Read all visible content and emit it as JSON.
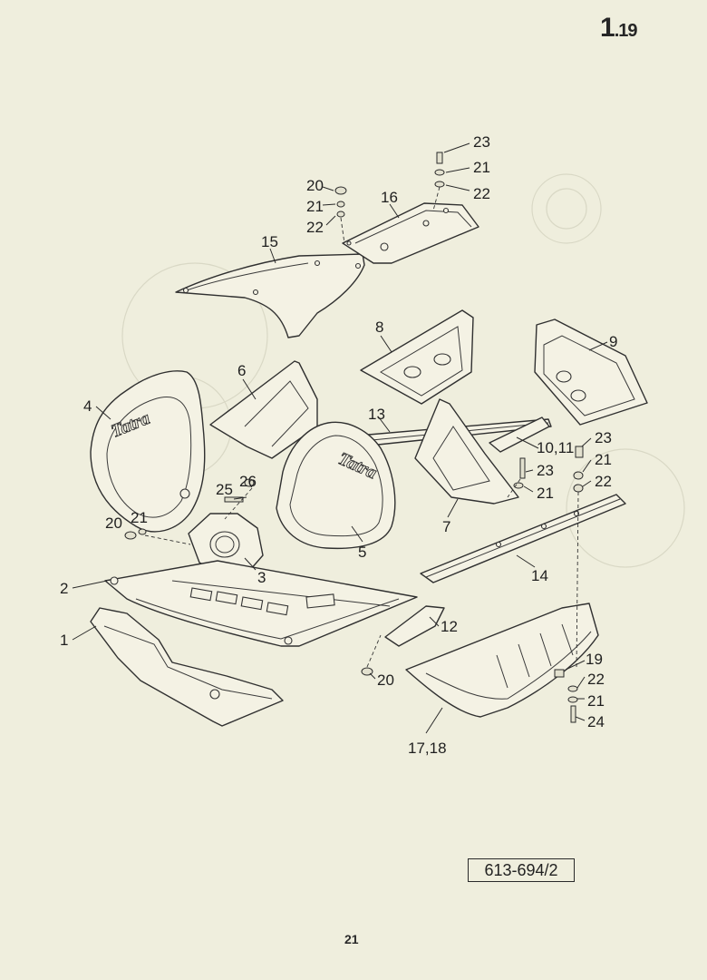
{
  "header": {
    "section_major": "1",
    "section_minor": ".19"
  },
  "footer": {
    "reference": "613-694/2",
    "page_number": "21"
  },
  "brand_text": "Tatra",
  "callouts": [
    {
      "id": "c1",
      "text": "1"
    },
    {
      "id": "c2",
      "text": "2"
    },
    {
      "id": "c3",
      "text": "3"
    },
    {
      "id": "c4",
      "text": "4"
    },
    {
      "id": "c5",
      "text": "5"
    },
    {
      "id": "c6",
      "text": "6"
    },
    {
      "id": "c7",
      "text": "7"
    },
    {
      "id": "c8",
      "text": "8"
    },
    {
      "id": "c9",
      "text": "9"
    },
    {
      "id": "c1011",
      "text": "10,11"
    },
    {
      "id": "c12",
      "text": "12"
    },
    {
      "id": "c13",
      "text": "13"
    },
    {
      "id": "c14",
      "text": "14"
    },
    {
      "id": "c15",
      "text": "15"
    },
    {
      "id": "c16",
      "text": "16"
    },
    {
      "id": "c1718",
      "text": "17,18"
    },
    {
      "id": "c19",
      "text": "19"
    },
    {
      "id": "c20a",
      "text": "20"
    },
    {
      "id": "c21a",
      "text": "21"
    },
    {
      "id": "c22a",
      "text": "22"
    },
    {
      "id": "c23a",
      "text": "23"
    },
    {
      "id": "c21b",
      "text": "21"
    },
    {
      "id": "c22b",
      "text": "22"
    },
    {
      "id": "c23b",
      "text": "23"
    },
    {
      "id": "c21c",
      "text": "21"
    },
    {
      "id": "c23c",
      "text": "23"
    },
    {
      "id": "c21d",
      "text": "21"
    },
    {
      "id": "c22d",
      "text": "22"
    },
    {
      "id": "c25",
      "text": "25"
    },
    {
      "id": "c26",
      "text": "26"
    },
    {
      "id": "c20b",
      "text": "20"
    },
    {
      "id": "c21e",
      "text": "21"
    },
    {
      "id": "c20c",
      "text": "20"
    },
    {
      "id": "c22e",
      "text": "22"
    },
    {
      "id": "c21f",
      "text": "21"
    },
    {
      "id": "c24",
      "text": "24"
    }
  ]
}
